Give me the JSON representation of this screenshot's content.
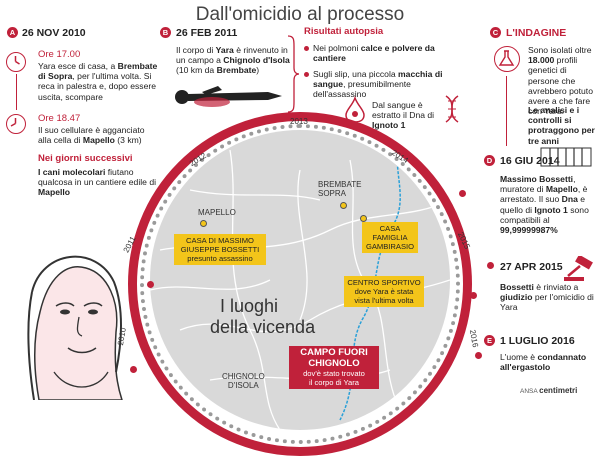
{
  "title": "Dall'omicidio al processo",
  "left": {
    "badge": "A",
    "date": "26 NOV 2010",
    "time1": "Ore 17.00",
    "time1_text_a": "Yara esce di casa, a ",
    "time1_text_b": "Brembate di Sopra",
    "time1_text_c": ", per l'ultima volta. Si reca in palestra e, dopo essere uscita, scompare",
    "time2": "Ore 18.47",
    "time2_text_a": "Il suo cellulare è agganciato alla cella di ",
    "time2_text_b": "Mapello",
    "time2_text_c": " (3 km)",
    "sub_heading": "Nei giorni successivi",
    "sub_text_a": "I cani molecolari",
    "sub_text_b": " fiutano qualcosa in un cantiere edile di ",
    "sub_text_c": "Mapello"
  },
  "middle": {
    "badge": "B",
    "date": "26 FEB 2011",
    "text_a": "Il corpo di ",
    "text_b": "Yara",
    "text_c": " è rinvenuto in un campo a ",
    "text_d": "Chignolo d'Isola",
    "text_e": " (10 km da ",
    "text_f": "Brembate",
    "text_g": ")",
    "autopsy_title": "Risultati autopsia",
    "autopsy1_a": "Nei polmoni ",
    "autopsy1_b": "calce e polvere da cantiere",
    "autopsy2_a": "Sugli slip, una piccola ",
    "autopsy2_b": "macchia di sangue",
    "autopsy2_c": ", presumibilmente dell'assassino",
    "dna_a": "Dal sangue è estratto il Dna di ",
    "dna_b": "Ignoto 1"
  },
  "right": {
    "badge_c": "C",
    "indagine": "L'INDAGINE",
    "indagine_a": "Sono isolati oltre ",
    "indagine_b": "18.000",
    "indagine_c": " profili genetici di persone che avrebbero potuto avere a che fare con Yara.",
    "indagine_d": "Le analisi e i controlli si protraggono per tre anni",
    "badge_d": "D",
    "date_d": "16 GIU 2014",
    "d_a": "Massimo Bossetti",
    "d_b": ", muratore di ",
    "d_c": "Mapello",
    "d_d": ", è arrestato. Il suo ",
    "d_e": "Dna",
    "d_f": " e quello di ",
    "d_g": "Ignoto 1",
    "d_h": " sono compatibili al ",
    "d_i": "99,99999987%",
    "date_e": "27 APR 2015",
    "e_a": "Bossetti",
    "e_b": " è rinviato a ",
    "e_c": "giudizio",
    "e_d": " per l'omicidio di Yara",
    "badge_e": "E",
    "date_f": "1 LUGLIO 2016",
    "f_a": "L'uome è ",
    "f_b": "condannato all'ergastolo"
  },
  "map": {
    "years": [
      "2010",
      "2011",
      "2012",
      "2013",
      "2014",
      "2015",
      "2016"
    ],
    "mapello": "MAPELLO",
    "brembate": "BREMBATE\nSOPRA",
    "bossetti_a": "CASA DI MASSIMO",
    "bossetti_b": "GIUSEPPE BOSSETTI",
    "bossetti_c": "presunto assassino",
    "gambirasio_a": "CASA",
    "gambirasio_b": "FAMIGLIA",
    "gambirasio_c": "GAMBIRASIO",
    "centro_a": "CENTRO SPORTIVO",
    "centro_b": "dove Yara è stata",
    "centro_c": "vista l'ultima volta",
    "luoghi_a": "I luoghi",
    "luoghi_b": "della vicenda",
    "campo_a": "CAMPO FUORI",
    "campo_b": "CHIGNOLO",
    "campo_c": "dov'è stato trovato",
    "campo_d": "il corpo di Yara",
    "chignolo": "CHIGNOLO\nD'ISOLA"
  },
  "credit_a": "ANSA",
  "credit_b": "centimetri",
  "colors": {
    "accent": "#c0213a",
    "map": "#d9d9d9",
    "highlight": "#f3c51a",
    "river": "#2aa0d8"
  }
}
